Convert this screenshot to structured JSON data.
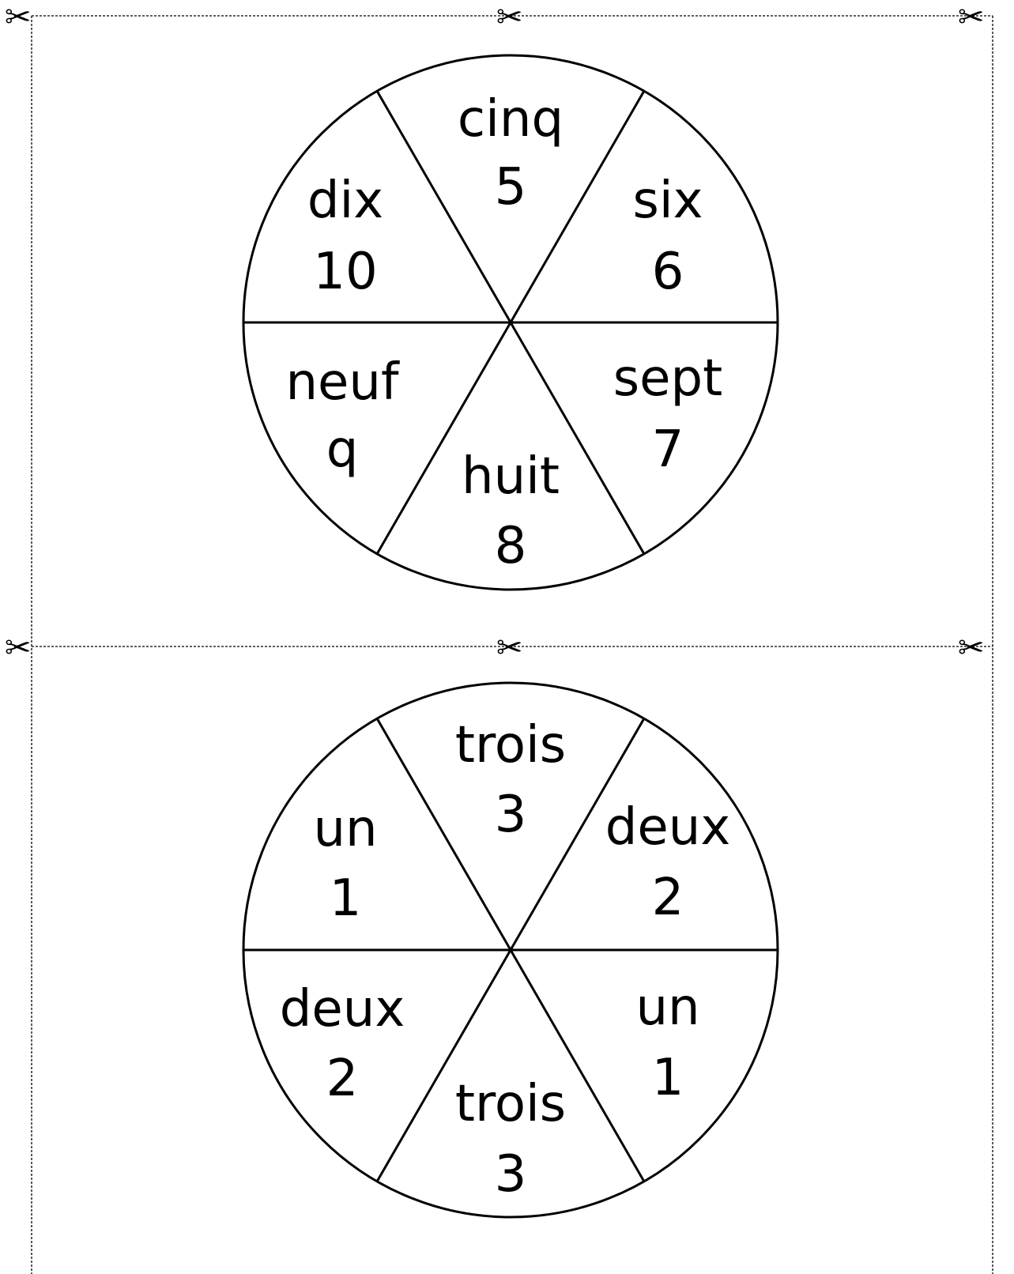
{
  "colors": {
    "ink": "#000000",
    "paper": "#ffffff"
  },
  "icons": {
    "scissors": "scissors-icon",
    "scissors_glyph": "✂"
  },
  "wheels": [
    {
      "id": "wheel-top",
      "sectors": [
        {
          "word": "cinq",
          "number": "5"
        },
        {
          "word": "six",
          "number": "6"
        },
        {
          "word": "sept",
          "number": "7"
        },
        {
          "word": "huit",
          "number": "8"
        },
        {
          "word": "neuf",
          "number": "q"
        },
        {
          "word": "dix",
          "number": "10"
        }
      ]
    },
    {
      "id": "wheel-bottom",
      "sectors": [
        {
          "word": "trois",
          "number": "3"
        },
        {
          "word": "deux",
          "number": "2"
        },
        {
          "word": "un",
          "number": "1"
        },
        {
          "word": "trois",
          "number": "3"
        },
        {
          "word": "deux",
          "number": "2"
        },
        {
          "word": "un",
          "number": "1"
        }
      ]
    }
  ]
}
